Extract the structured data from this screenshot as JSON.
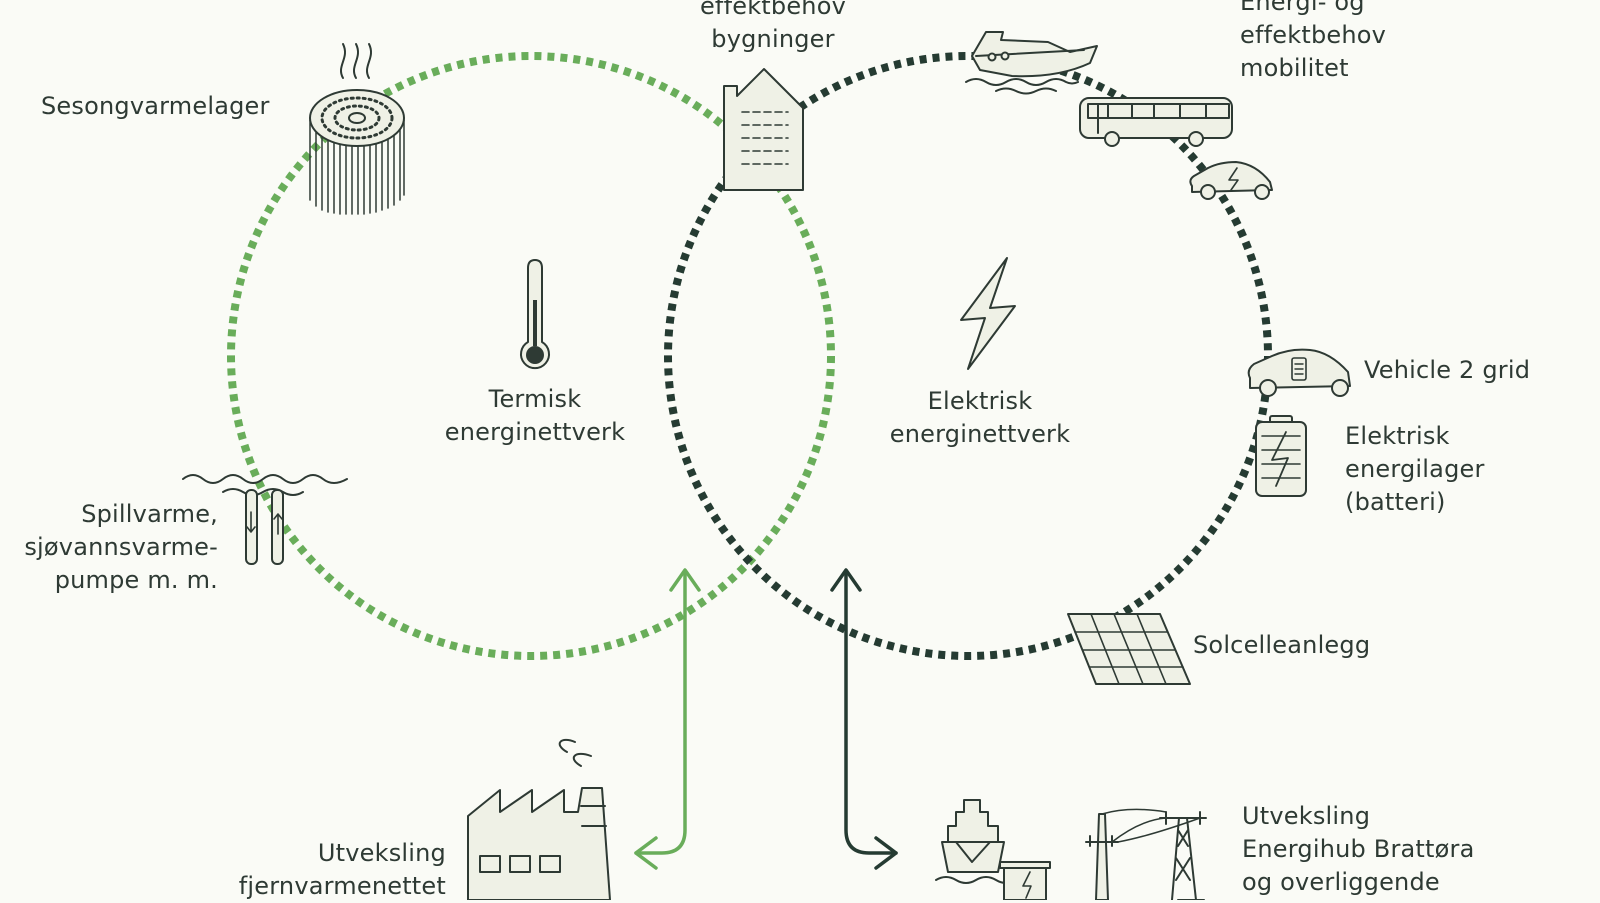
{
  "colors": {
    "thermal_ring": "#69ad5a",
    "electric_ring": "#253b32",
    "ink": "#2e3a34",
    "background": "#fafbf6",
    "icon_fill": "#eff1e6"
  },
  "icons": [
    "thermometer-icon",
    "lightning-icon",
    "building-icon",
    "seasonal-storage-icon",
    "seawater-pipe-icon",
    "ferry-icon",
    "bus-icon",
    "electric-car-icon",
    "v2g-car-icon",
    "battery-icon",
    "solar-panel-icon",
    "factory-icon",
    "harbor-ship-icon",
    "power-pylon-icon"
  ],
  "labels": {
    "buildings": [
      "effektbehov",
      "bygninger"
    ],
    "mobility": [
      "Energi- og",
      "effektbehov",
      "mobilitet"
    ],
    "seasonal_storage": "Sesongvarmelager",
    "thermal_center": [
      "Termisk",
      "energinettverk"
    ],
    "electric_center": [
      "Elektrisk",
      "energinettverk"
    ],
    "vehicle2grid": "Vehicle 2 grid",
    "battery": [
      "Elektrisk",
      "energilager",
      "(batteri)"
    ],
    "waste_heat": [
      "Spillvarme,",
      "sjøvannsvarme-",
      "pumpe m. m."
    ],
    "solar": "Solcelleanlegg",
    "district_heating": [
      "Utveksling",
      "fjernvarmenettet"
    ],
    "energy_hub": [
      "Utveksling",
      "Energihub Brattøra",
      "og overliggende"
    ]
  }
}
